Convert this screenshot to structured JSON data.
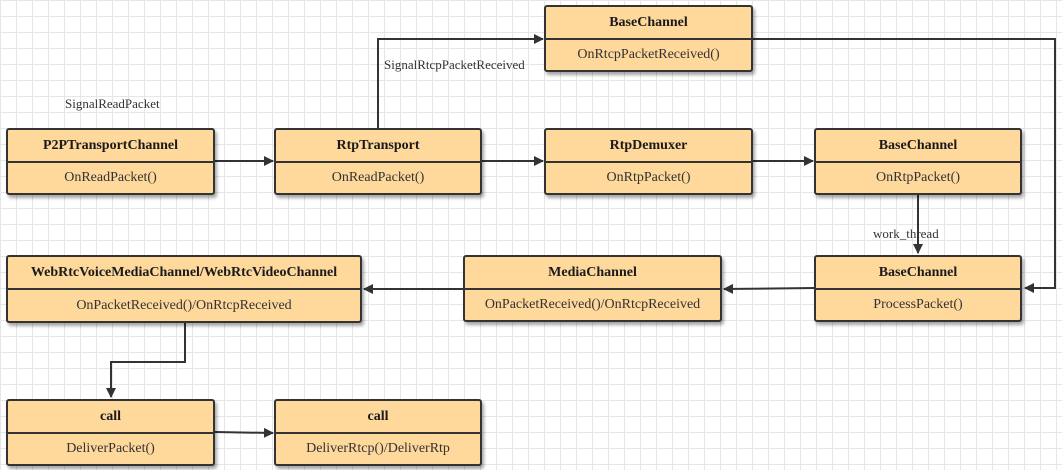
{
  "nodes": {
    "p2p_transport_channel": {
      "title": "P2PTransportChannel",
      "method": "OnReadPacket()"
    },
    "rtp_transport": {
      "title": "RtpTransport",
      "method": "OnReadPacket()"
    },
    "base_channel_top": {
      "title": "BaseChannel",
      "method": "OnRtcpPacketReceived()"
    },
    "rtp_demuxer": {
      "title": "RtpDemuxer",
      "method": "OnRtpPacket()"
    },
    "base_channel_rtp": {
      "title": "BaseChannel",
      "method": "OnRtpPacket()"
    },
    "base_channel_process": {
      "title": "BaseChannel",
      "method": "ProcessPacket()"
    },
    "media_channel": {
      "title": "MediaChannel",
      "method": "OnPacketReceived()/OnRtcpReceived"
    },
    "webrtc_media_channel": {
      "title": "WebRtcVoiceMediaChannel/WebRtcVideoChannel",
      "method": "OnPacketReceived()/OnRtcpReceived"
    },
    "call_deliver": {
      "title": "call",
      "method": "DeliverPacket()"
    },
    "call_rtcp_rtp": {
      "title": "call",
      "method": "DeliverRtcp()/DeliverRtp"
    }
  },
  "edge_labels": {
    "signal_read_packet": "SignalReadPacket",
    "signal_rtcp_packet_received": "SignalRtcpPacketReceived",
    "work_thread": "work_thread"
  },
  "colors": {
    "node_fill": "#ffd89b",
    "node_border": "#333333",
    "edge": "#333333",
    "grid": "#e6e6e6"
  }
}
